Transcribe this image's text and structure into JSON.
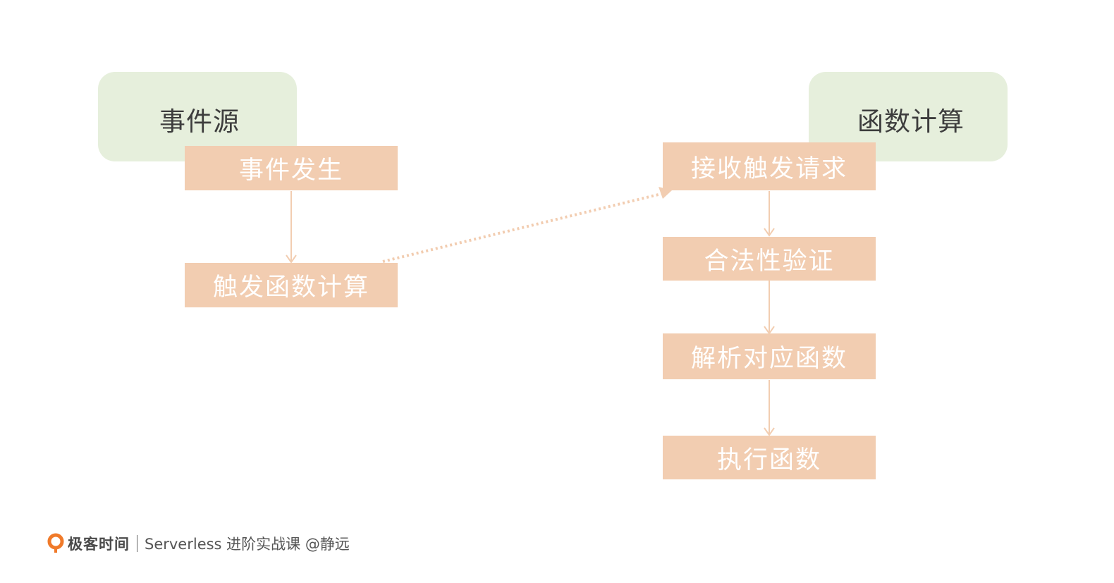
{
  "groups": {
    "source": {
      "label": "事件源"
    },
    "compute": {
      "label": "函数计算"
    }
  },
  "steps": {
    "event_occurs": "事件发生",
    "trigger_function": "触发函数计算",
    "receive_request": "接收触发请求",
    "validate": "合法性验证",
    "resolve_function": "解析对应函数",
    "execute_function": "执行函数"
  },
  "footer": {
    "brand": "极客时间",
    "caption": "Serverless 进阶实战课 @静远"
  },
  "colors": {
    "group_fill": "#e6efdc",
    "step_fill": "#f2cdb1",
    "connector": "#f2cdb1",
    "brand_accent": "#f07a2a"
  }
}
